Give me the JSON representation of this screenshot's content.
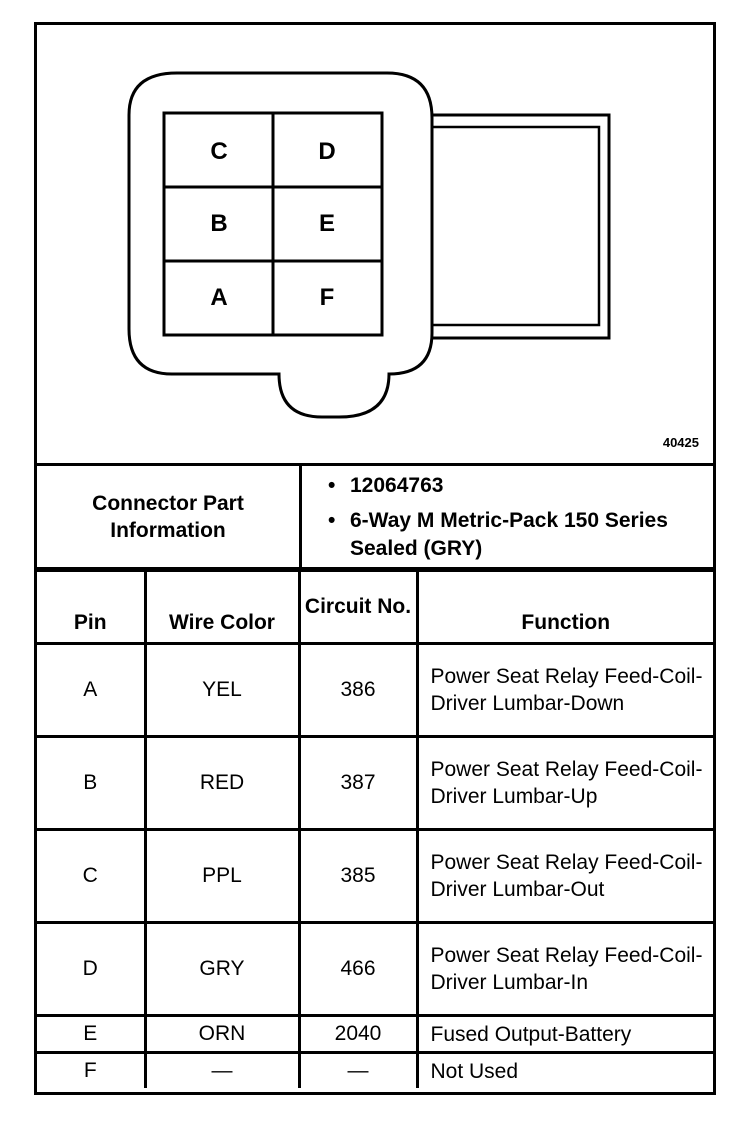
{
  "figure": {
    "number": "40425",
    "cavities": [
      "C",
      "D",
      "B",
      "E",
      "A",
      "F"
    ]
  },
  "part_info": {
    "label": "Connector Part Information",
    "items": [
      "12064763",
      "6-Way M Metric-Pack 150 Series Sealed (GRY)"
    ]
  },
  "table": {
    "headers": {
      "pin": "Pin",
      "wire_color": "Wire Color",
      "circuit": "Circuit No.",
      "function": "Function"
    },
    "rows": [
      {
        "pin": "A",
        "wire": "YEL",
        "circuit": "386",
        "function": "Power Seat Relay Feed-Coil-Driver Lumbar-Down"
      },
      {
        "pin": "B",
        "wire": "RED",
        "circuit": "387",
        "function": "Power Seat Relay Feed-Coil-Driver Lumbar-Up"
      },
      {
        "pin": "C",
        "wire": "PPL",
        "circuit": "385",
        "function": "Power Seat Relay Feed-Coil-Driver Lumbar-Out"
      },
      {
        "pin": "D",
        "wire": "GRY",
        "circuit": "466",
        "function": "Power Seat Relay Feed-Coil-Driver Lumbar-In"
      },
      {
        "pin": "E",
        "wire": "ORN",
        "circuit": "2040",
        "function": "Fused Output-Battery"
      },
      {
        "pin": "F",
        "wire": "—",
        "circuit": "—",
        "function": "Not Used"
      }
    ]
  }
}
